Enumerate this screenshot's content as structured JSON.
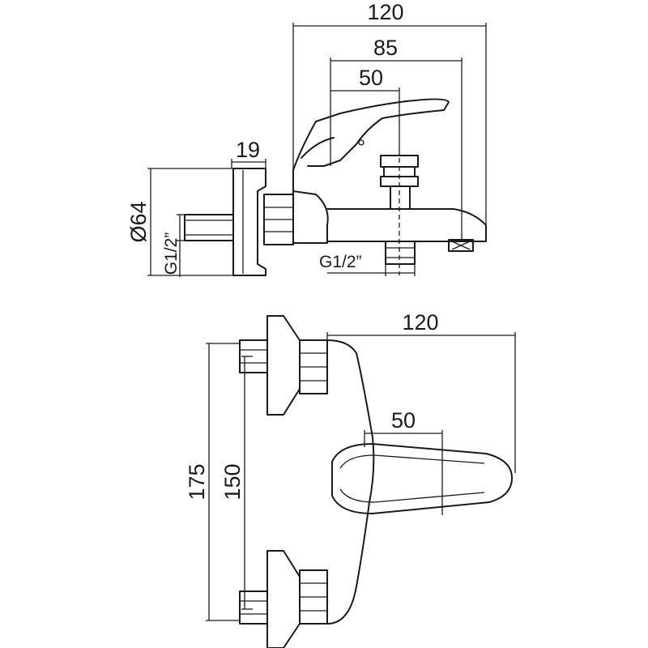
{
  "side_view": {
    "width_total": "120",
    "spout_length": "85",
    "lever_offset": "50",
    "flange_depth": "19",
    "flange_diameter": "Ø64",
    "inlet_thread": "G1/2”",
    "outlet_thread": "G1/2”"
  },
  "front_view": {
    "projection": "120",
    "lever_offset": "50",
    "overall_height": "175",
    "inlet_spacing": "150"
  }
}
